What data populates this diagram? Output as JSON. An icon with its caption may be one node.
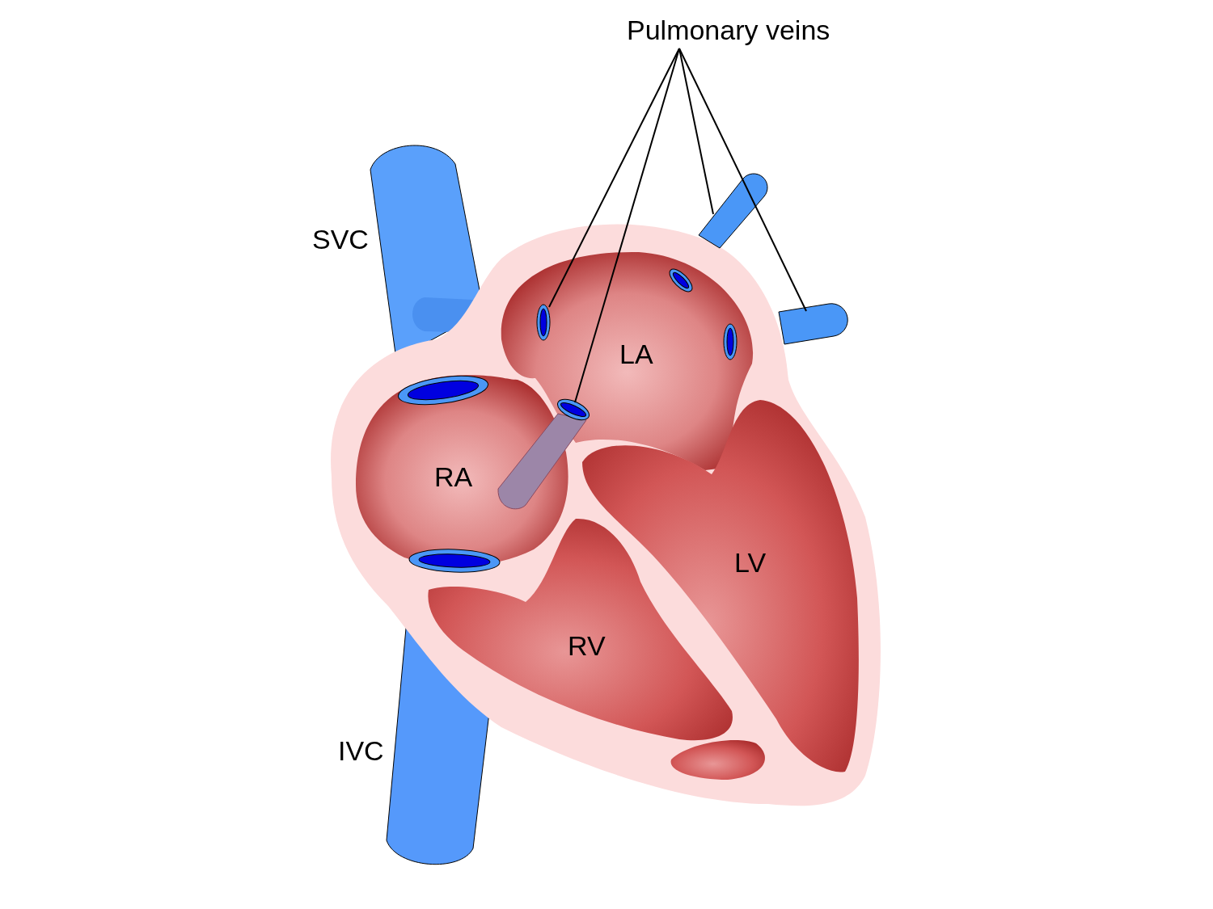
{
  "diagram": {
    "nodes": [
      {
        "text": [
          "Pulmonary veins"
        ]
      },
      {
        "text": [],
        "shape": "picture"
      },
      {
        "text": [],
        "shape": "picture"
      },
      {
        "text": [],
        "shape": "picture"
      },
      {
        "text": [],
        "shape": "picture"
      }
    ],
    "edges": [
      {
        "from": 0,
        "to": 1,
        "arrow": "none"
      },
      {
        "from": 0,
        "to": 2,
        "arrow": "none"
      },
      {
        "from": 0,
        "to": 3,
        "arrow": "none"
      },
      {
        "from": 0,
        "to": 4,
        "arrow": "none"
      }
    ],
    "labels": [
      "SVC",
      "LA",
      "RA",
      "LV",
      "RV",
      "IVC"
    ]
  }
}
